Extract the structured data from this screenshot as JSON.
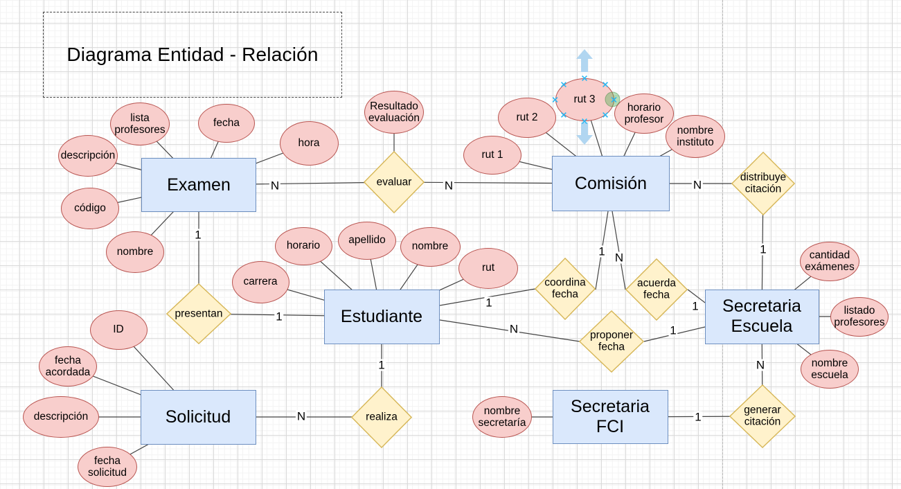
{
  "title": "Diagrama Entidad - Relación",
  "diagram": {
    "entities": [
      {
        "id": "examen",
        "label": "Examen"
      },
      {
        "id": "comision",
        "label": "Comisión"
      },
      {
        "id": "estudiante",
        "label": "Estudiante"
      },
      {
        "id": "solicitud",
        "label": "Solicitud"
      },
      {
        "id": "secretaria_escuela",
        "label": "Secretaria Escuela"
      },
      {
        "id": "secretaria_fci",
        "label": "Secretaria FCI"
      }
    ],
    "relationships": [
      {
        "id": "evaluar",
        "label": "evaluar"
      },
      {
        "id": "presentan",
        "label": "presentan"
      },
      {
        "id": "realiza",
        "label": "realiza"
      },
      {
        "id": "coordina_fecha",
        "label": "coordina fecha"
      },
      {
        "id": "acuerda_fecha",
        "label": "acuerda fecha"
      },
      {
        "id": "proponer_fecha",
        "label": "proponer fecha"
      },
      {
        "id": "distribuye_citacion",
        "label": "distribuye citación"
      },
      {
        "id": "generar_citacion",
        "label": "generar citación"
      }
    ],
    "attributes": [
      {
        "id": "lista_profesores",
        "label": "lista profesores",
        "owner": "examen"
      },
      {
        "id": "fecha_examen",
        "label": "fecha",
        "owner": "examen"
      },
      {
        "id": "hora",
        "label": "hora",
        "owner": "examen"
      },
      {
        "id": "descripcion_examen",
        "label": "descripción",
        "owner": "examen"
      },
      {
        "id": "codigo",
        "label": "código",
        "owner": "examen"
      },
      {
        "id": "nombre_examen",
        "label": "nombre",
        "owner": "examen"
      },
      {
        "id": "resultado_evaluacion",
        "label": "Resultado evaluación",
        "owner": "evaluar"
      },
      {
        "id": "rut_1",
        "label": "rut 1",
        "owner": "comision"
      },
      {
        "id": "rut_2",
        "label": "rut 2",
        "owner": "comision"
      },
      {
        "id": "rut_3",
        "label": "rut 3",
        "owner": "comision"
      },
      {
        "id": "horario_profesor",
        "label": "horario profesor",
        "owner": "comision"
      },
      {
        "id": "nombre_instituto",
        "label": "nombre instituto",
        "owner": "comision"
      },
      {
        "id": "carrera",
        "label": "carrera",
        "owner": "estudiante"
      },
      {
        "id": "horario_estudiante",
        "label": "horario",
        "owner": "estudiante"
      },
      {
        "id": "apellido",
        "label": "apellido",
        "owner": "estudiante"
      },
      {
        "id": "nombre_estudiante",
        "label": "nombre",
        "owner": "estudiante"
      },
      {
        "id": "rut",
        "label": "rut",
        "owner": "estudiante"
      },
      {
        "id": "id_solicitud",
        "label": "ID",
        "owner": "solicitud"
      },
      {
        "id": "fecha_acordada",
        "label": "fecha acordada",
        "owner": "solicitud"
      },
      {
        "id": "descripcion_solicitud",
        "label": "descripción",
        "owner": "solicitud"
      },
      {
        "id": "fecha_solicitud",
        "label": "fecha solicitud",
        "owner": "solicitud"
      },
      {
        "id": "cantidad_examenes",
        "label": "cantidad exámenes",
        "owner": "secretaria_escuela"
      },
      {
        "id": "listado_profesores",
        "label": "listado profesores",
        "owner": "secretaria_escuela"
      },
      {
        "id": "nombre_escuela",
        "label": "nombre escuela",
        "owner": "secretaria_escuela"
      },
      {
        "id": "nombre_secretaria",
        "label": "nombre secretaría",
        "owner": "secretaria_fci"
      }
    ],
    "edges": [
      {
        "from": "examen",
        "to": "evaluar",
        "label": "N"
      },
      {
        "from": "evaluar",
        "to": "comision",
        "label": "N"
      },
      {
        "from": "examen",
        "to": "presentan",
        "label": "1"
      },
      {
        "from": "presentan",
        "to": "estudiante",
        "label": "1"
      },
      {
        "from": "estudiante",
        "to": "realiza",
        "label": "1"
      },
      {
        "from": "realiza",
        "to": "solicitud",
        "label": "N"
      },
      {
        "from": "estudiante",
        "to": "coordina_fecha",
        "label": "1"
      },
      {
        "from": "estudiante",
        "to": "proponer_fecha",
        "label": "N"
      },
      {
        "from": "comision",
        "to": "coordina_fecha",
        "label": "1"
      },
      {
        "from": "comision",
        "to": "acuerda_fecha",
        "label": "N"
      },
      {
        "from": "acuerda_fecha",
        "to": "secretaria_escuela",
        "label": "1"
      },
      {
        "from": "proponer_fecha",
        "to": "secretaria_escuela",
        "label": "1"
      },
      {
        "from": "comision",
        "to": "distribuye_citacion",
        "label": "N"
      },
      {
        "from": "distribuye_citacion",
        "to": "secretaria_escuela",
        "label": "1"
      },
      {
        "from": "secretaria_escuela",
        "to": "generar_citacion",
        "label": "N"
      },
      {
        "from": "generar_citacion",
        "to": "secretaria_fci",
        "label": "1"
      }
    ],
    "selection": {
      "selected_shape": "rut 3",
      "icons": [
        "move-up-arrow-icon",
        "move-down-arrow-icon",
        "connect-handle-icon",
        "connection-point-icon"
      ]
    }
  },
  "colors": {
    "entity_fill": "#dae8fc",
    "entity_stroke": "#6c8ebf",
    "attribute_fill": "#f8cecc",
    "attribute_stroke": "#b85450",
    "relationship_fill": "#fff2cc",
    "relationship_stroke": "#d6b656",
    "connector": "#424242",
    "selection_handle_blue": "#29b6f2",
    "connect_highlight_green": "#4caf50",
    "direction_arrow_blue": "#a8d2f0"
  }
}
